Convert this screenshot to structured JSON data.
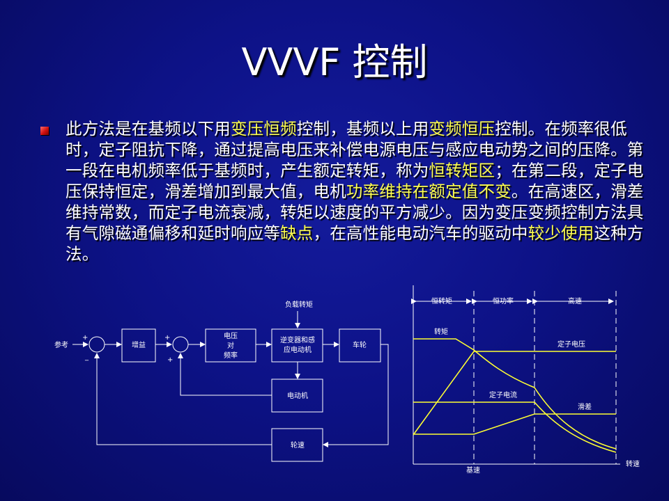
{
  "title": "VVVF 控制",
  "bullet": {
    "segments": [
      {
        "text": "此方法是在基频以下用",
        "hl": false
      },
      {
        "text": "变压恒频",
        "hl": true
      },
      {
        "text": "控制，基频以上用",
        "hl": false
      },
      {
        "text": "变频恒压",
        "hl": true
      },
      {
        "text": "控制。在频率很低时，定子阻抗下降，通过提高电压来补偿电源电压与感应电动势之间的压降。第一段在电机频率低于基频时，产生额定转矩，称为",
        "hl": false
      },
      {
        "text": "恒转矩区",
        "hl": true
      },
      {
        "text": "；在第二段，定子电压保持恒定，滑差增加到最大值，电机",
        "hl": false
      },
      {
        "text": "功率维持在额定值不变",
        "hl": true
      },
      {
        "text": "。在高速区，滑差维持常数，而定子电流衰减，转矩以速度的平方减少。因为变压变频控制方法具有气隙磁通偏移和延时响应等",
        "hl": false
      },
      {
        "text": "缺点",
        "hl": true
      },
      {
        "text": "，在高性能电动汽车的驱动中",
        "hl": false
      },
      {
        "text": "较少使用",
        "hl": true
      },
      {
        "text": "这种方法。",
        "hl": false
      }
    ]
  },
  "block_diagram": {
    "reference": "参考",
    "plus1": "+",
    "minus1": "_",
    "gain": "增益",
    "plus2a": "+",
    "plus2b": "+",
    "vf_line1": "电压",
    "vf_line2": "对",
    "vf_line3": "频率",
    "load_torque": "负载转矩",
    "inverter_line1": "逆变器和感",
    "inverter_line2": "应电动机",
    "wheel": "车轮",
    "motor": "电动机",
    "wheel_speed": "轮速"
  },
  "characteristic_chart": {
    "region1": "恒转矩",
    "region2": "恒功率",
    "region3": "高速",
    "torque": "转矩",
    "stator_voltage": "定子电压",
    "stator_current": "定子电流",
    "slip": "滑差",
    "base_speed": "基速",
    "speed": "转速"
  },
  "colors": {
    "background": "#0d1287",
    "title": "#ffffff",
    "highlight": "#ffff4d",
    "chart_line": "#ffff33",
    "bullet": "#d01010"
  }
}
